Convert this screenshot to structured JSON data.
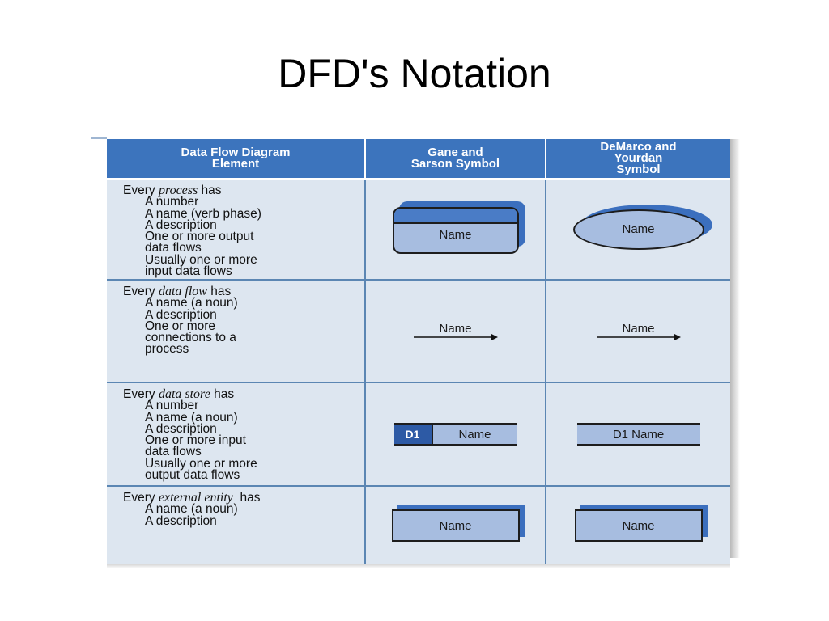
{
  "slide": {
    "title": "DFD's Notation"
  },
  "table": {
    "headers": {
      "element": [
        "Data Flow Diagram",
        "Element"
      ],
      "gane_sarson": [
        "Gane and",
        "Sarson Symbol"
      ],
      "demarco_yourdan": [
        "DeMarco and",
        "Yourdan",
        "Symbol"
      ]
    },
    "rows": [
      {
        "element": {
          "lead_prefix": "Every ",
          "lead_term": "process",
          "lead_suffix": " has",
          "lines": [
            "A number",
            "A name (verb phase)",
            "A description",
            "One or more output",
            "data flows",
            "Usually one or more",
            "input data flows"
          ]
        },
        "gane_sarson_label": "Name",
        "demarco_label": "Name"
      },
      {
        "element": {
          "lead_prefix": "Every ",
          "lead_term": "data flow",
          "lead_suffix": " has",
          "lines": [
            "A name (a noun)",
            "A description",
            "One or more",
            "connections to a",
            "process"
          ]
        },
        "gane_sarson_label": "Name",
        "demarco_label": "Name"
      },
      {
        "element": {
          "lead_prefix": "Every ",
          "lead_term": "data store",
          "lead_suffix": " has",
          "lines": [
            "A number",
            "A name (a noun)",
            "A description",
            "One or more input",
            "data flows",
            "Usually one or more",
            "output data flows"
          ]
        },
        "gane_sarson_id": "D1",
        "gane_sarson_label": "Name",
        "demarco_label": "D1 Name"
      },
      {
        "element": {
          "lead_prefix": "Every ",
          "lead_term": "external entity",
          "lead_suffix": "  has",
          "lines": [
            "A name (a noun)",
            "A description"
          ]
        },
        "gane_sarson_label": "Name",
        "demarco_label": "Name"
      }
    ]
  },
  "colors": {
    "header_blue": "#3c74bd",
    "cell_background": "#dde6f0",
    "symbol_fill": "#a7bde0",
    "symbol_shade": "#3b6fbe",
    "grid_line": "#5b86b3"
  }
}
